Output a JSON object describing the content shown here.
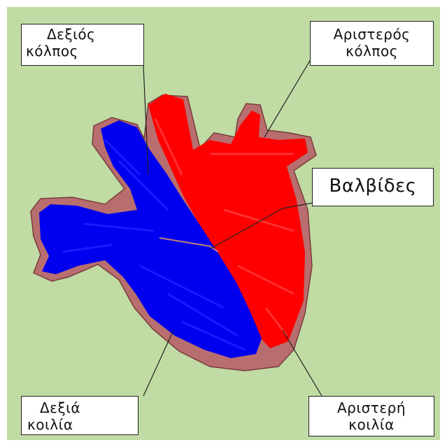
{
  "labels": {
    "right_atrium": [
      "Δεξιός",
      "κόλπος"
    ],
    "left_atrium": [
      "Αριστερός",
      "κόλπος"
    ],
    "valves": "Βαλβίδες",
    "right_ventricle": [
      "Δεξιά",
      "κοιλία"
    ],
    "left_ventricle": [
      "Αριστερή",
      "κοιλία"
    ]
  },
  "colors": {
    "background": "#c0dba4",
    "heart_outline": "#b86e6e",
    "oxygenated": "#ff0000",
    "deoxygenated": "#0000ee",
    "leader_line": "#222222"
  }
}
